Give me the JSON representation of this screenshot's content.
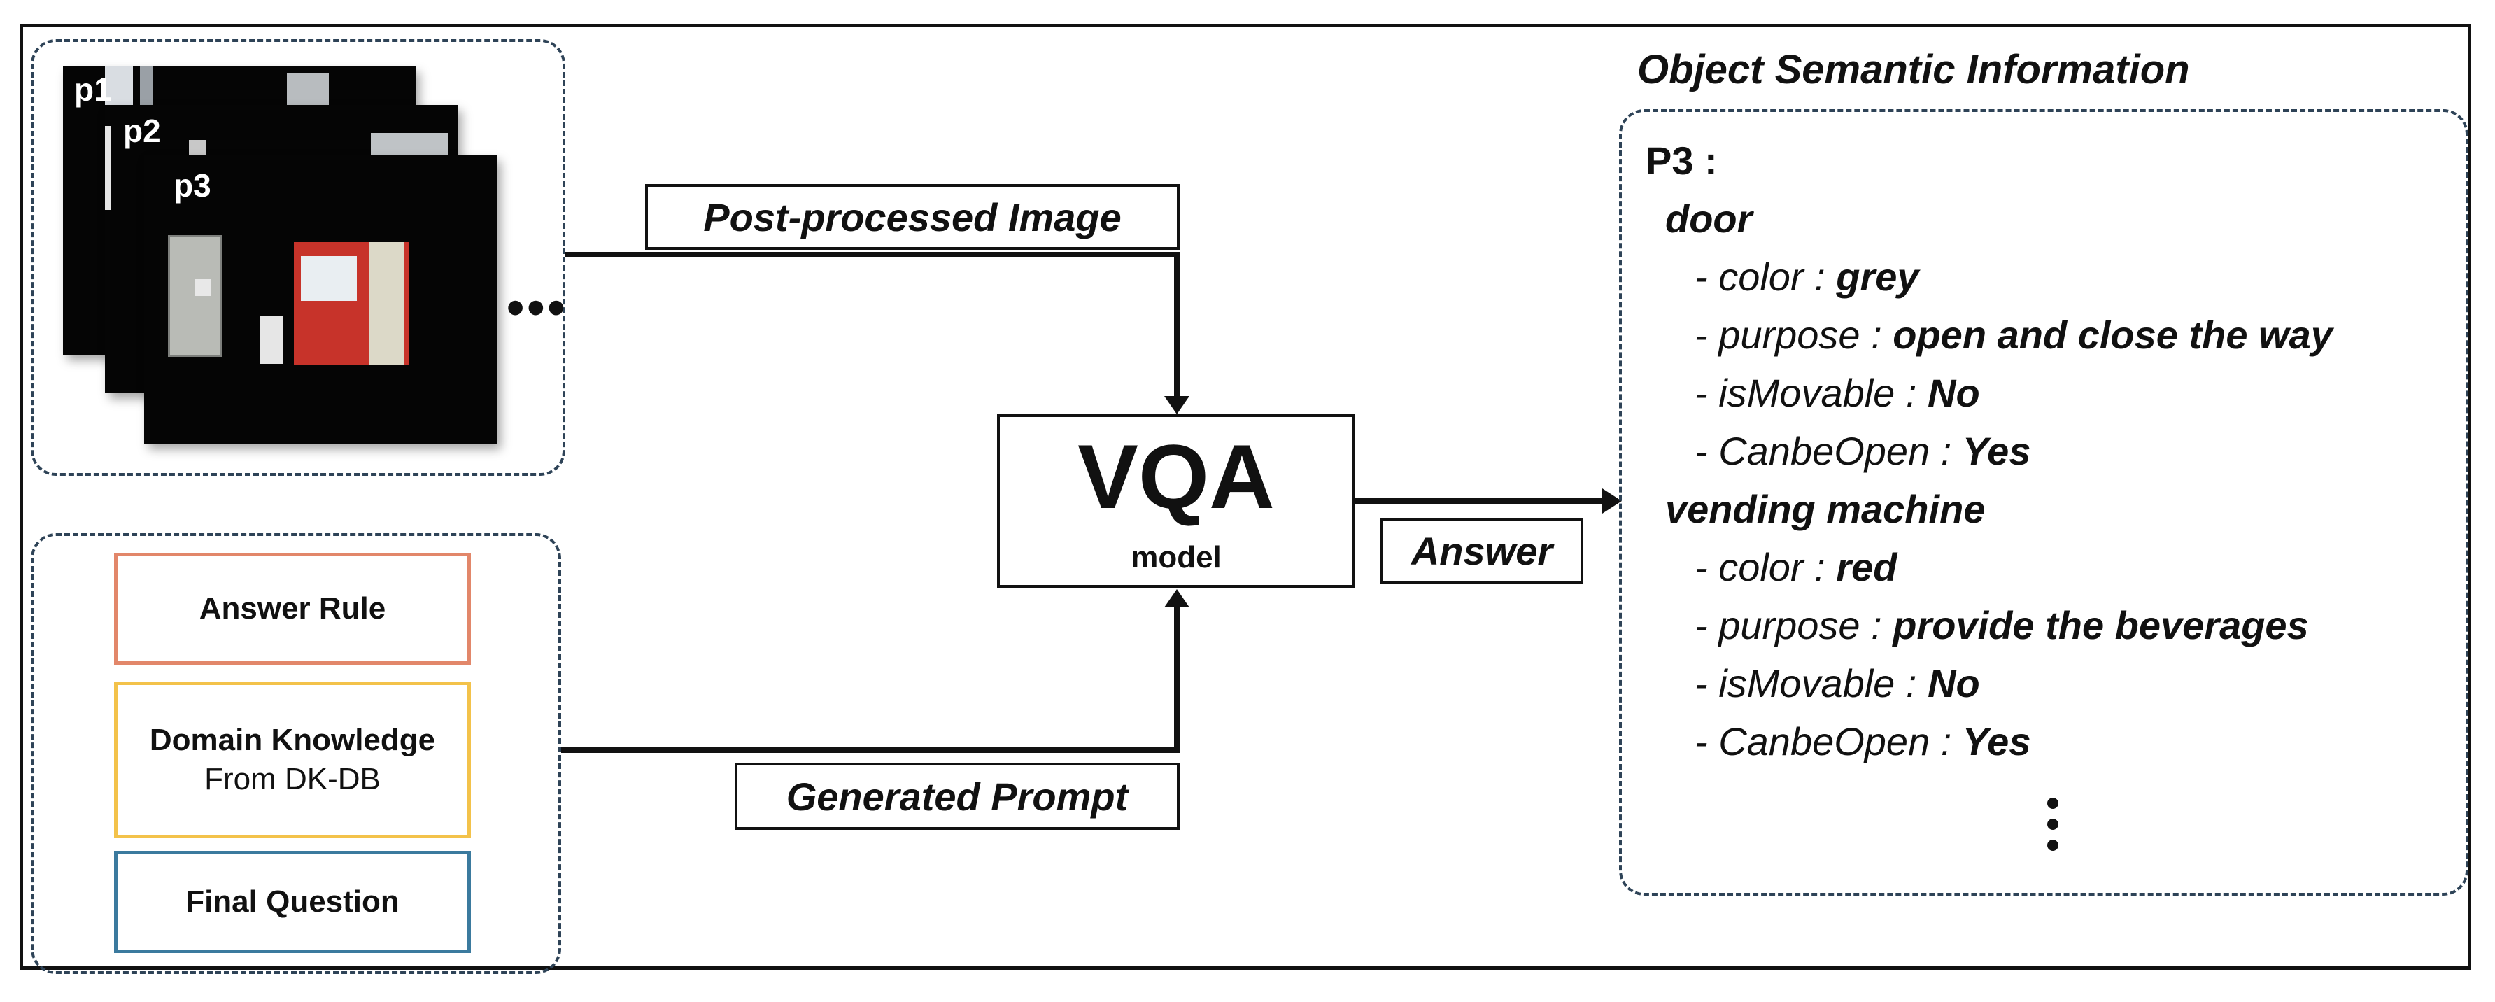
{
  "images": {
    "labels": [
      "p1",
      "p2",
      "p3"
    ],
    "ellipsis": "•••"
  },
  "arrows": {
    "image_label": "Post-processed Image",
    "prompt_label": "Generated Prompt",
    "answer_label": "Answer"
  },
  "model": {
    "title": "VQA",
    "subtitle": "model"
  },
  "prompt_parts": {
    "answer_rule": {
      "title": "Answer Rule",
      "color": "#e2876a"
    },
    "domain_knowledge": {
      "title": "Domain Knowledge",
      "subtitle": "From DK-DB",
      "color": "#f3c24a"
    },
    "final_question": {
      "title": "Final Question",
      "color": "#3b7a9e"
    }
  },
  "semantic_info": {
    "title": "Object Semantic Information",
    "image_id": "P3 :",
    "objects": [
      {
        "name": "door",
        "attributes": [
          {
            "key": "- color : ",
            "value": "grey"
          },
          {
            "key": "- purpose : ",
            "value": "open and close the way"
          },
          {
            "key": "- isMovable : ",
            "value": "No"
          },
          {
            "key": "- CanbeOpen : ",
            "value": "Yes"
          }
        ]
      },
      {
        "name": "vending machine",
        "attributes": [
          {
            "key": "- color : ",
            "value": "red"
          },
          {
            "key": "- purpose : ",
            "value": "provide the beverages"
          },
          {
            "key": "- isMovable : ",
            "value": "No"
          },
          {
            "key": "- CanbeOpen : ",
            "value": "Yes"
          }
        ]
      }
    ]
  },
  "colors": {
    "dashed_border": "#2e4357",
    "ink": "#111111"
  }
}
